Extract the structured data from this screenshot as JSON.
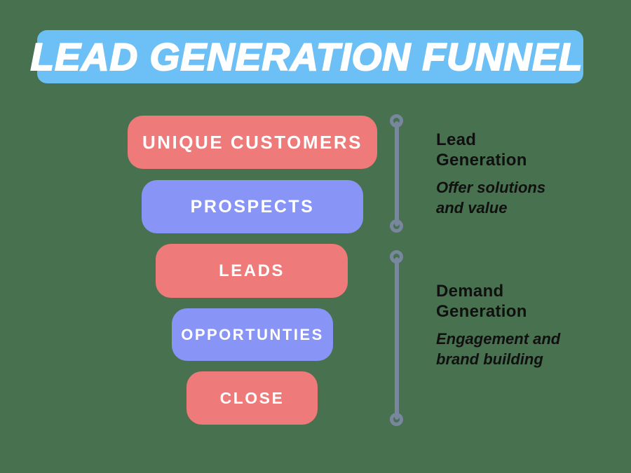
{
  "canvas": {
    "background": "#47714F"
  },
  "header": {
    "title": "LEAD GENERATION FUNNEL",
    "background": "#6CC0F6",
    "text_color": "#FFFFFF"
  },
  "funnel": {
    "stages": [
      {
        "label": "UNIQUE CUSTOMERS",
        "color": "#EE7A7A"
      },
      {
        "label": "PROSPECTS",
        "color": "#8894F6"
      },
      {
        "label": "LEADS",
        "color": "#EE7A7A"
      },
      {
        "label": "OPPORTUNTIES",
        "color": "#8894F6"
      },
      {
        "label": "CLOSE",
        "color": "#EE7A7A"
      }
    ]
  },
  "timeline": {
    "color": "#78869E"
  },
  "annotations": [
    {
      "heading": "Lead\nGeneration",
      "subtext": "Offer solutions\nand value"
    },
    {
      "heading": "Demand\nGeneration",
      "subtext": "Engagement and\nbrand building"
    }
  ]
}
